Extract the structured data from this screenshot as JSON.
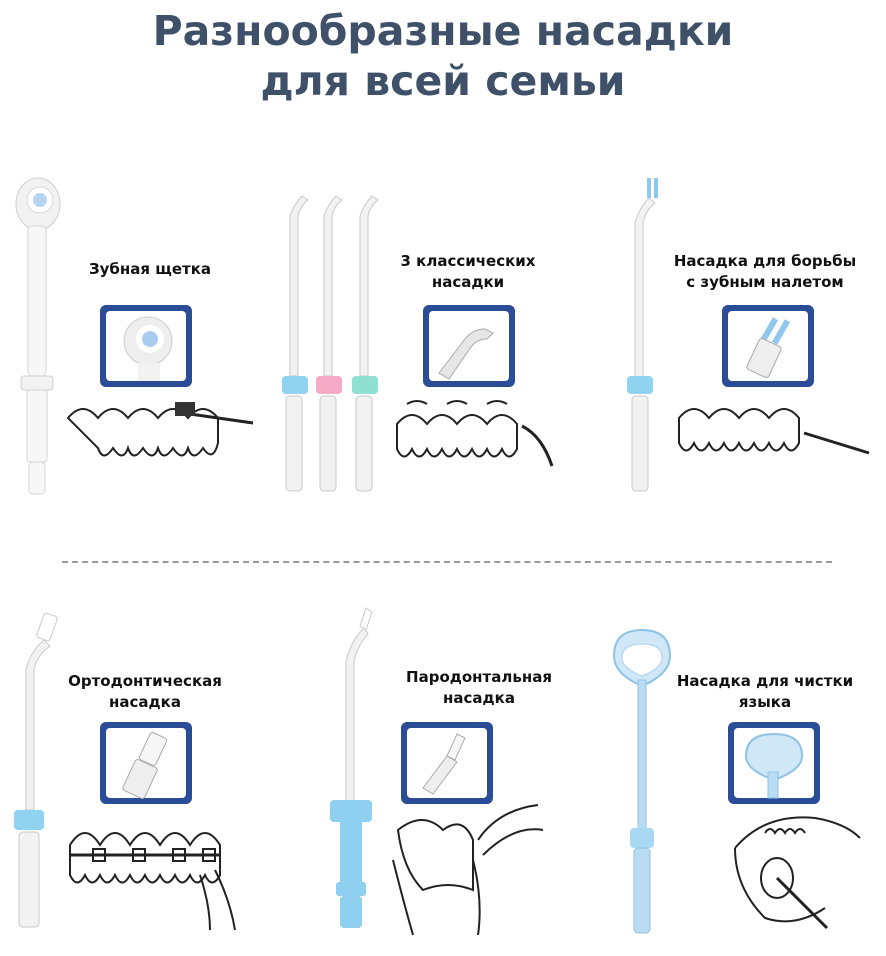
{
  "title": {
    "line1": "Разнообразные насадки",
    "line2": "для всей семьи"
  },
  "accent_color": "#3f5069",
  "panel_color": "#2b4d97",
  "nozzles": [
    {
      "label_lines": [
        "Зубная щетка"
      ],
      "ring_color": "#ffffff",
      "icon": "toothbrush-head-icon"
    },
    {
      "label_lines": [
        "3 классических",
        "насадки"
      ],
      "ring_colors": [
        "#8fd3f0",
        "#f4a9c4",
        "#8fe0d0"
      ],
      "icon": "classic-jet-tip-icon"
    },
    {
      "label_lines": [
        "Насадка для борьбы",
        "с зубным налетом"
      ],
      "ring_color": "#8fd3f0",
      "icon": "plaque-brush-tip-icon"
    },
    {
      "label_lines": [
        "Ортодонтическая",
        "насадка"
      ],
      "ring_color": "#8fd3f0",
      "icon": "orthodontic-tip-icon"
    },
    {
      "label_lines": [
        "Пародонтальная",
        "насадка"
      ],
      "ring_color": "#8fcff0",
      "icon": "periodontal-tip-icon"
    },
    {
      "label_lines": [
        "Насадка для чистки",
        "языка"
      ],
      "ring_color": "#a9d8f2",
      "icon": "tongue-cleaner-icon"
    }
  ]
}
